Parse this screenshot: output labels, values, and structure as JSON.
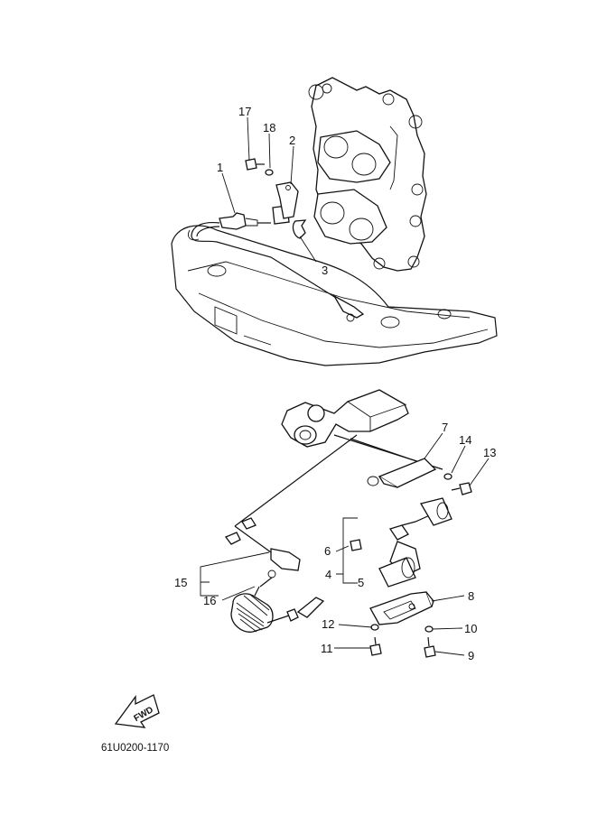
{
  "callouts": [
    {
      "id": "17",
      "text": "17"
    },
    {
      "id": "18",
      "text": "18"
    },
    {
      "id": "2",
      "text": "2"
    },
    {
      "id": "1",
      "text": "1"
    },
    {
      "id": "3",
      "text": "3"
    },
    {
      "id": "7",
      "text": "7"
    },
    {
      "id": "14",
      "text": "14"
    },
    {
      "id": "13",
      "text": "13"
    },
    {
      "id": "6",
      "text": "6"
    },
    {
      "id": "15",
      "text": "15"
    },
    {
      "id": "4",
      "text": "4"
    },
    {
      "id": "5",
      "text": "5"
    },
    {
      "id": "16",
      "text": "16"
    },
    {
      "id": "8",
      "text": "8"
    },
    {
      "id": "12",
      "text": "12"
    },
    {
      "id": "10",
      "text": "10"
    },
    {
      "id": "11",
      "text": "11"
    },
    {
      "id": "9",
      "text": "9"
    }
  ],
  "fwd_badge": "FWD",
  "drawing_code": "61U0200-1170"
}
